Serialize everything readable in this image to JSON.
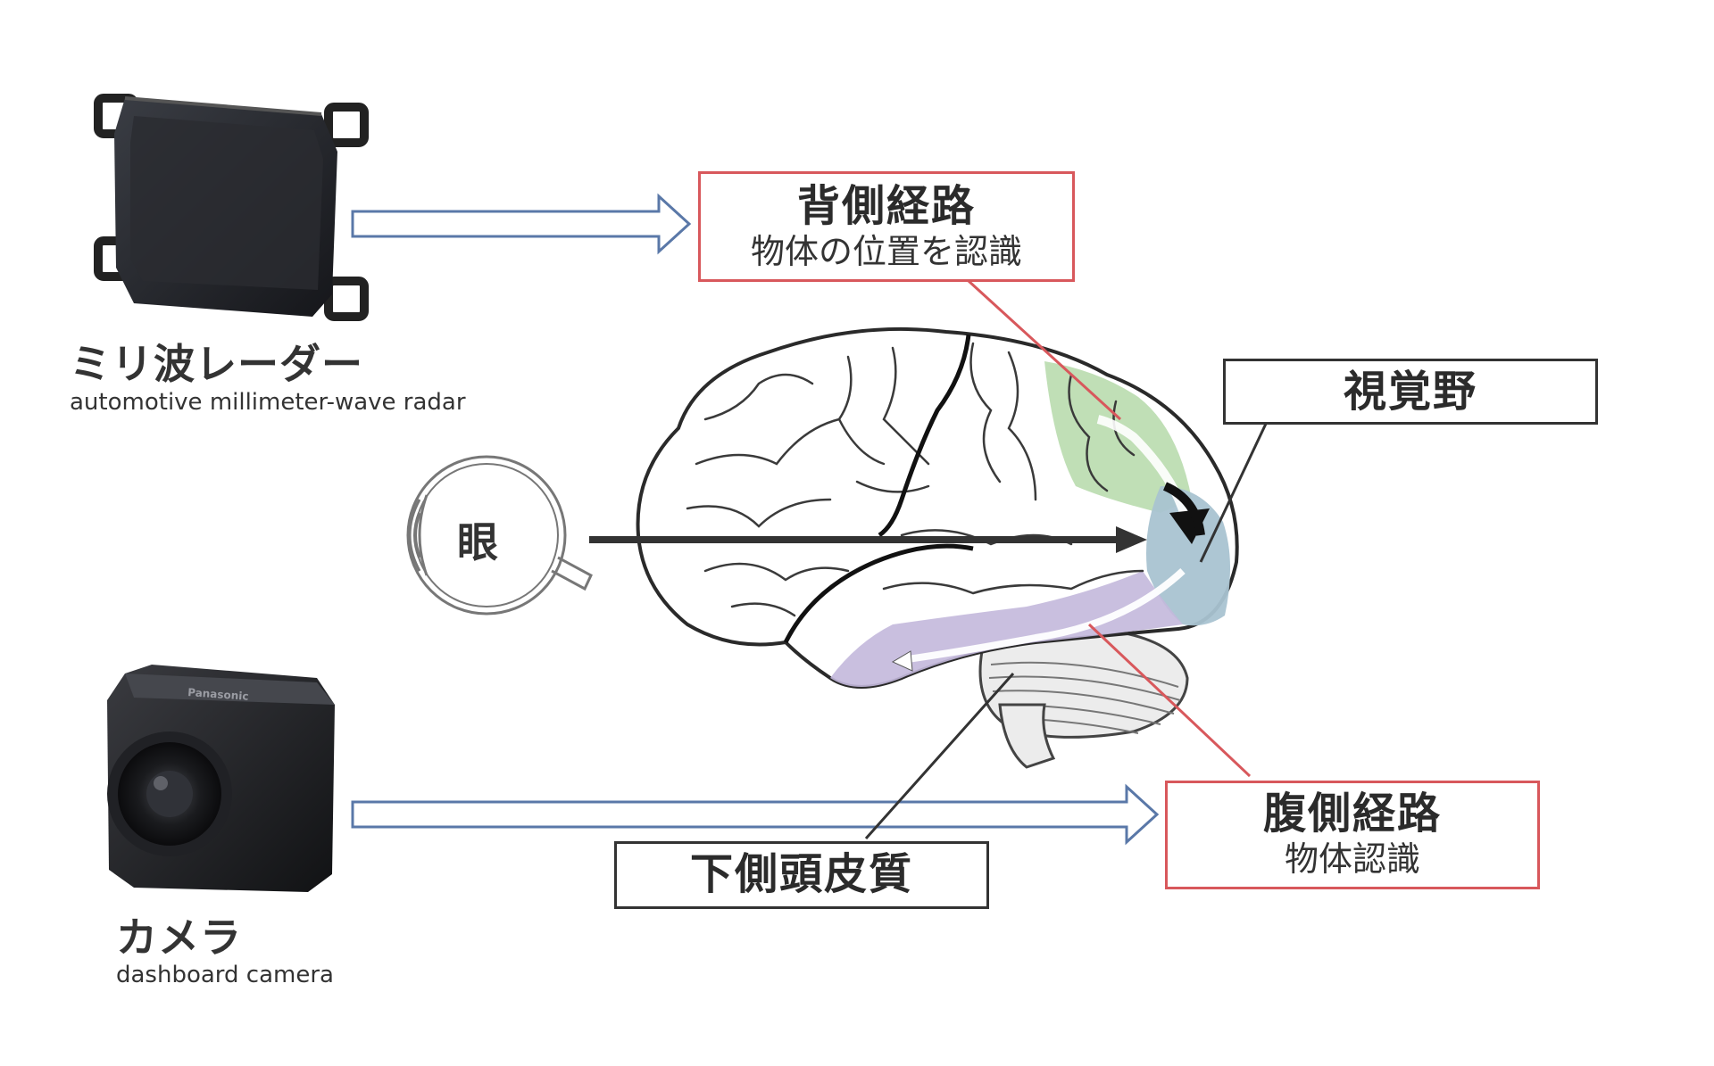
{
  "radar": {
    "label_jp": "ミリ波レーダー",
    "label_en": "automotive millimeter-wave radar"
  },
  "camera": {
    "label_jp": "カメラ",
    "label_en": "dashboard camera",
    "brand": "Panasonic"
  },
  "eye": {
    "label": "眼"
  },
  "dorsal": {
    "title": "背側経路",
    "subtitle": "物体の位置を認識"
  },
  "visual_cortex": {
    "title": "視覚野"
  },
  "ventral": {
    "title": "腹側経路",
    "subtitle": "物体認識"
  },
  "inferior_temporal": {
    "title": "下側頭皮質"
  },
  "colors": {
    "dorsal_region": "#b9dcae",
    "visual_region": "#a9c3d1",
    "ventral_region": "#c3b8dc",
    "red_border": "#d8585c",
    "flow_arrow": "#5a78a8"
  }
}
